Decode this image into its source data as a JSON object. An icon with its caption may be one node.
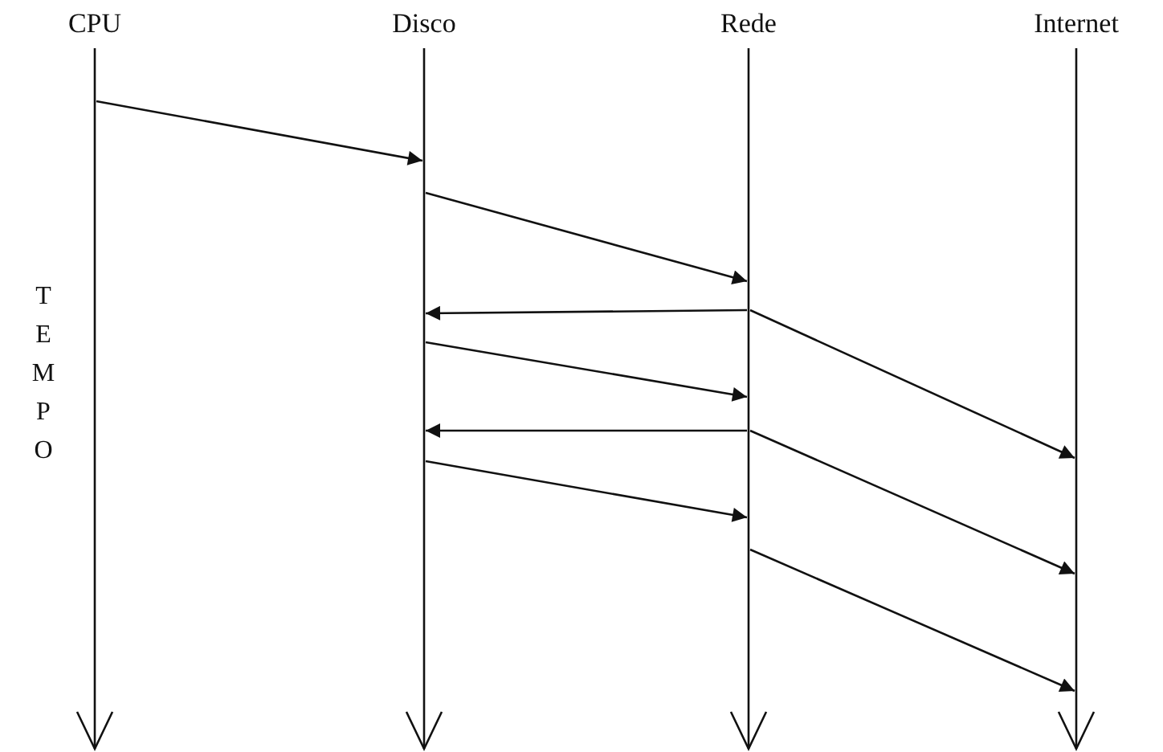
{
  "diagram": {
    "nodes": [
      {
        "text": [
          "CPU"
        ]
      },
      {
        "text": [
          "Disco"
        ]
      },
      {
        "text": [
          "Rede"
        ]
      },
      {
        "text": [
          "Internet"
        ]
      }
    ],
    "edges": [
      {
        "from": 0,
        "to": 1,
        "arrow": "to"
      },
      {
        "from": 1,
        "to": 2,
        "arrow": "to"
      },
      {
        "from": 2,
        "to": 1,
        "arrow": "to"
      },
      {
        "from": 2,
        "to": 3,
        "arrow": "to"
      },
      {
        "from": 1,
        "to": 2,
        "arrow": "to"
      },
      {
        "from": 2,
        "to": 1,
        "arrow": "to"
      },
      {
        "from": 2,
        "to": 3,
        "arrow": "to"
      },
      {
        "from": 1,
        "to": 2,
        "arrow": "to"
      },
      {
        "from": 2,
        "to": 3,
        "arrow": "to"
      }
    ],
    "labels": [
      "TEMPO"
    ]
  }
}
